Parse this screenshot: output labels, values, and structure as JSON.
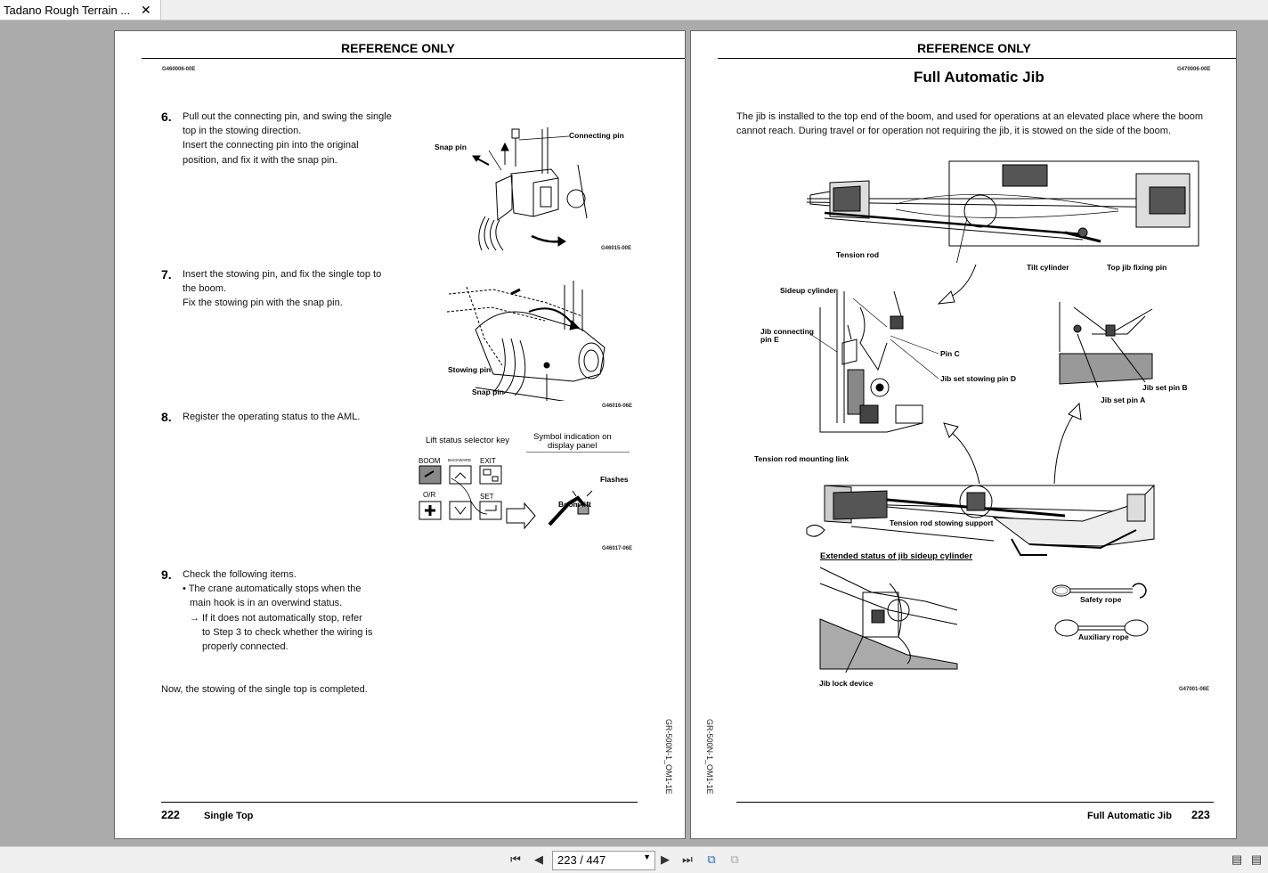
{
  "tab": {
    "title": "Tadano Rough Terrain ...",
    "close": "✕"
  },
  "left_page": {
    "header": "REFERENCE ONLY",
    "section_code": "G460006-00E",
    "steps": [
      {
        "num": "6.",
        "lines": [
          "Pull out the connecting pin, and swing the single",
          "top in the stowing direction.",
          "Insert the connecting pin into the original",
          "position, and fix it with the snap pin."
        ]
      },
      {
        "num": "7.",
        "lines": [
          "Insert the stowing pin, and fix the single top to",
          "the boom.",
          "Fix the stowing pin with the snap pin."
        ]
      },
      {
        "num": "8.",
        "lines": [
          "Register the operating status to the AML."
        ]
      },
      {
        "num": "9.",
        "lines": [
          "Check the following items.",
          "• The crane automatically stops when the",
          "main hook is in an overwind status.",
          "→ If it does not automatically stop, refer",
          "to Step 3 to check whether the wiring is",
          "properly connected."
        ]
      }
    ],
    "fig1": {
      "connecting_pin": "Connecting pin",
      "snap_pin": "Snap pin",
      "code": "G46015-00E"
    },
    "fig2": {
      "stowing_pin": "Stowing pin",
      "snap_pin": "Snap pin",
      "code": "G46016-06E"
    },
    "fig3": {
      "lift_key": "Lift status selector key",
      "symbol_line1": "Symbol indication on",
      "symbol_line2": "display panel",
      "boom": "BOOM",
      "backward": "BACKWARD",
      "exit": "EXIT",
      "or": "O/R",
      "set": "SET",
      "flashes": "Flashes",
      "boom_lift": "Boom lift",
      "code": "G46017-06E"
    },
    "closing": "Now, the stowing of the single top is completed.",
    "side_code": "GR-500N-1_OM1-1E",
    "footer_num": "222",
    "footer_text": "Single Top"
  },
  "right_page": {
    "header": "REFERENCE ONLY",
    "section_code": "G470006-00E",
    "title": "Full Automatic Jib",
    "intro_lines": [
      "The jib is installed to the top end of the boom, and used for operations at an elevated place where the boom",
      "cannot reach. During travel or for operation not requiring the jib, it is stowed on the side of the boom."
    ],
    "labels": {
      "tension_rod": "Tension rod",
      "tilt_cylinder": "Tilt cylinder",
      "top_jib_fixing_pin": "Top jib fixing pin",
      "sideup_cylinder": "Sideup cylinder",
      "jib_connecting_pin_e_1": "Jib connecting",
      "jib_connecting_pin_e_2": "pin E",
      "pin_c": "Pin C",
      "jib_set_stowing_pin_d": "Jib set stowing pin D",
      "jib_set_pin_b": "Jib set pin B",
      "jib_set_pin_a": "Jib set pin A",
      "tension_rod_mounting_link": "Tension rod mounting link",
      "tension_rod_stowing_support": "Tension rod stowing support",
      "extended_status": "Extended status of jib sideup cylinder",
      "safety_rope": "Safety rope",
      "auxiliary_rope": "Auxiliary rope",
      "jib_lock_device": "Jib lock device"
    },
    "fig_code": "G47001-06E",
    "side_code": "GR-500N-1_OM1-1E",
    "footer_text": "Full Automatic Jib",
    "footer_num": "223"
  },
  "toolbar": {
    "page_value": "223 / 447"
  }
}
